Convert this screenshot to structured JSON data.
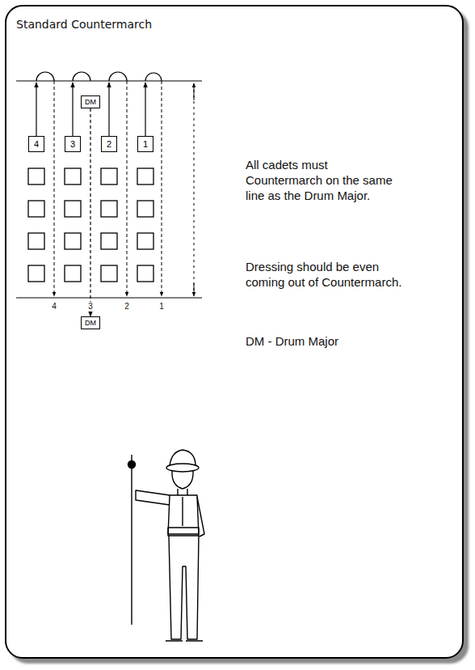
{
  "diagram": {
    "title": "Standard Countermarch",
    "nodes": [
      {
        "text": [
          "DM"
        ]
      },
      {
        "text": [
          "4"
        ]
      },
      {
        "text": [
          "3"
        ]
      },
      {
        "text": [
          "2"
        ]
      },
      {
        "text": [
          "1"
        ]
      },
      {
        "text": [
          "DM"
        ]
      }
    ],
    "edges": [
      {
        "from": 0,
        "to": 5,
        "arrow": "to"
      }
    ],
    "labels": [
      "4",
      "3",
      "2",
      "1",
      "All cadets must Countermarch on the same line as the Drum Major.",
      "Dressing should be even coming out of Countermarch.",
      "DM - Drum Major"
    ]
  }
}
